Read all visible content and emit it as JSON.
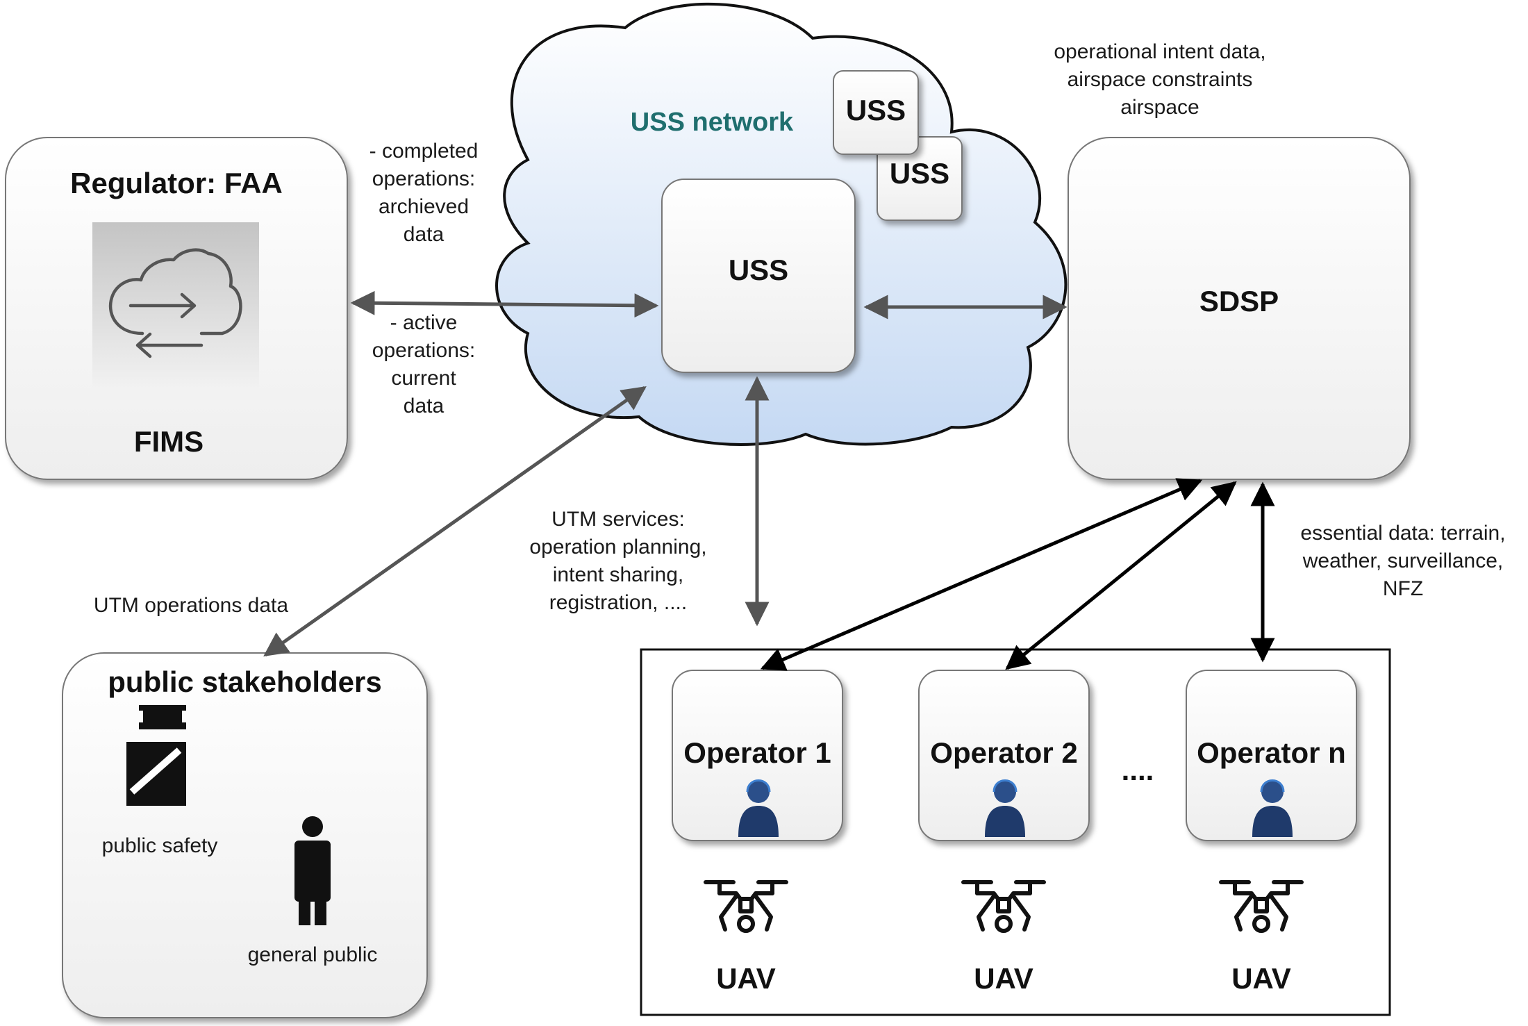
{
  "regulator": {
    "title": "Regulator: FAA",
    "system": "FIMS"
  },
  "uss_network": {
    "title": "USS network",
    "node_label": "USS",
    "stack_label_1": "USS",
    "stack_label_2": "USS"
  },
  "sdsp": {
    "title": "SDSP"
  },
  "public": {
    "title": "public stakeholders",
    "safety": "public safety",
    "general": "general public"
  },
  "operators": [
    {
      "name": "Operator 1",
      "vehicle": "UAV"
    },
    {
      "name": "Operator 2",
      "vehicle": "UAV"
    },
    {
      "name": "Operator n",
      "vehicle": "UAV"
    }
  ],
  "ellipsis": "....",
  "labels": {
    "completed": [
      "- completed",
      "operations:",
      "archieved",
      "data"
    ],
    "active": [
      "- active",
      "operations:",
      "current",
      "data"
    ],
    "utm_ops": "UTM operations data",
    "utm_services": [
      "UTM services:",
      "operation planning,",
      "intent sharing,",
      "registration, ...."
    ],
    "op_intent": [
      "operational intent data,",
      "airspace constraints",
      "airspace"
    ],
    "essential": [
      "essential data: terrain,",
      "weather, surveillance,",
      "NFZ"
    ]
  },
  "colors": {
    "cloud_top": "#ffffff",
    "cloud_bottom": "#c9dcf5",
    "arrow": "#555555",
    "arrow_dark": "#000000",
    "net_title": "#1f6e6e",
    "person": "#1f3a6b"
  }
}
